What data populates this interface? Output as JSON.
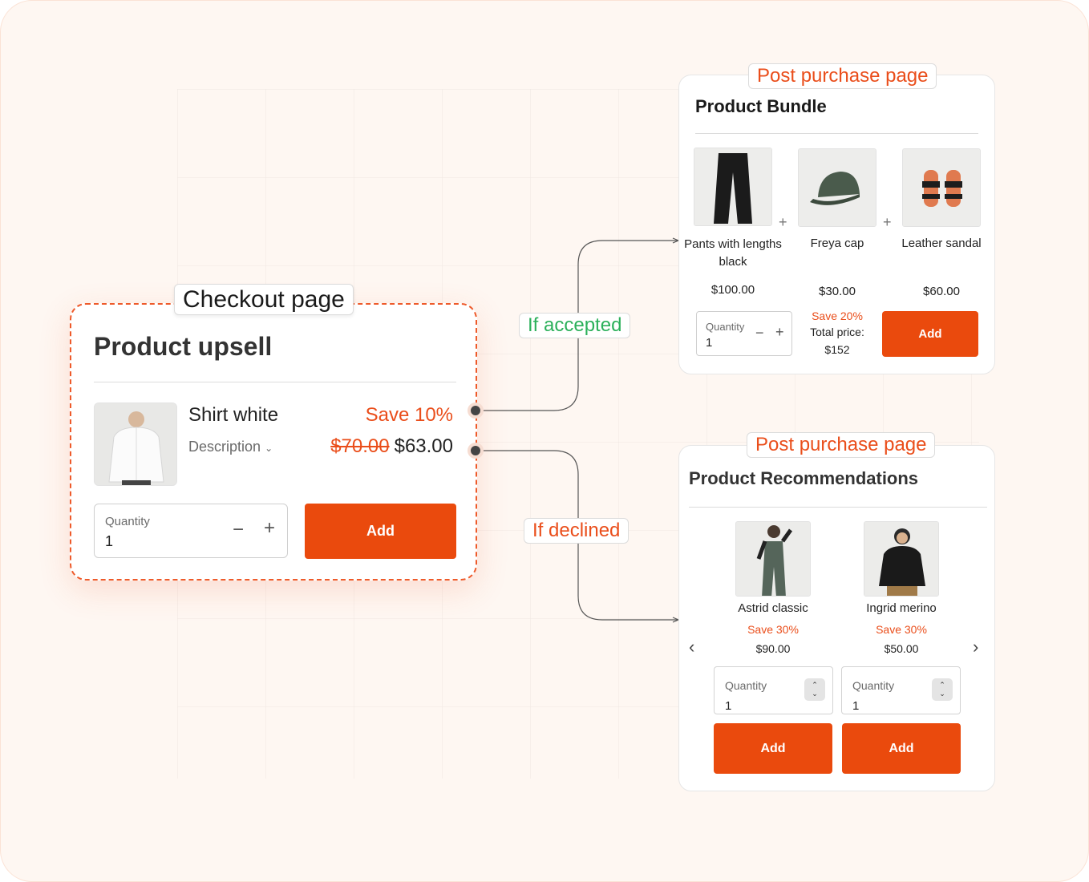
{
  "checkout": {
    "tag": "Checkout page",
    "title": "Product upsell",
    "product_name": "Shirt white",
    "description_label": "Description",
    "save": "Save 10%",
    "old_price": "$70.00",
    "price": "$63.00",
    "quantity_label": "Quantity",
    "quantity_value": "1",
    "add_label": "Add"
  },
  "flow": {
    "accepted": "If accepted",
    "declined": "If declined"
  },
  "bundle": {
    "tag": "Post purchase page",
    "title": "Product Bundle",
    "items": [
      {
        "name": "Pants with lengths black",
        "price": "$100.00"
      },
      {
        "name": "Freya cap",
        "price": "$30.00"
      },
      {
        "name": "Leather sandal",
        "price": "$60.00"
      }
    ],
    "quantity_label": "Quantity",
    "quantity_value": "1",
    "save": "Save 20%",
    "total_label": "Total price:",
    "total_value": "$152",
    "add_label": "Add"
  },
  "recommendations": {
    "tag": "Post purchase page",
    "title": "Product Recommendations",
    "items": [
      {
        "name": "Astrid classic",
        "save": "Save 30%",
        "price": "$90.00",
        "quantity_label": "Quantity",
        "quantity_value": "1",
        "add_label": "Add"
      },
      {
        "name": "Ingrid merino",
        "save": "Save 30%",
        "price": "$50.00",
        "quantity_label": "Quantity",
        "quantity_value": "1",
        "add_label": "Add"
      }
    ]
  },
  "colors": {
    "accent": "#ea4a0d",
    "accepted": "#2bb05a",
    "background": "#fef7f2"
  }
}
